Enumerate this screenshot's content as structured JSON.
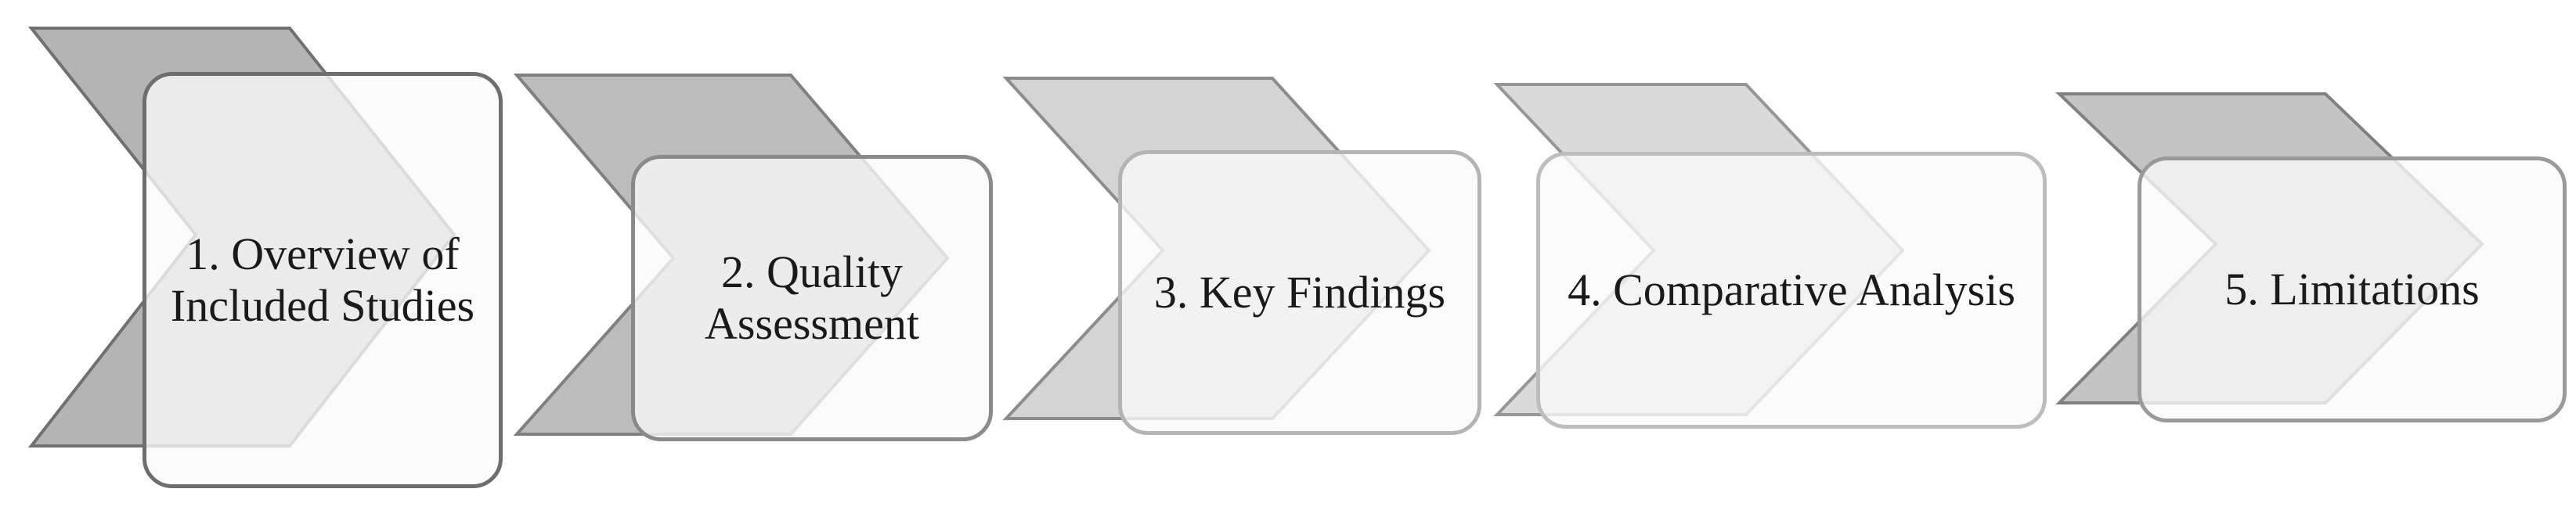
{
  "steps": [
    {
      "label": "1. Overview of Included Studies",
      "color": "#b4b4b4"
    },
    {
      "label": "2. Quality Assessment",
      "color": "#bcbcbc"
    },
    {
      "label": "3. Key Findings",
      "color": "#d4d4d4"
    },
    {
      "label": "4. Comparative Analysis",
      "color": "#dadada"
    },
    {
      "label": "5. Limitations",
      "color": "#c4c4c4"
    }
  ]
}
